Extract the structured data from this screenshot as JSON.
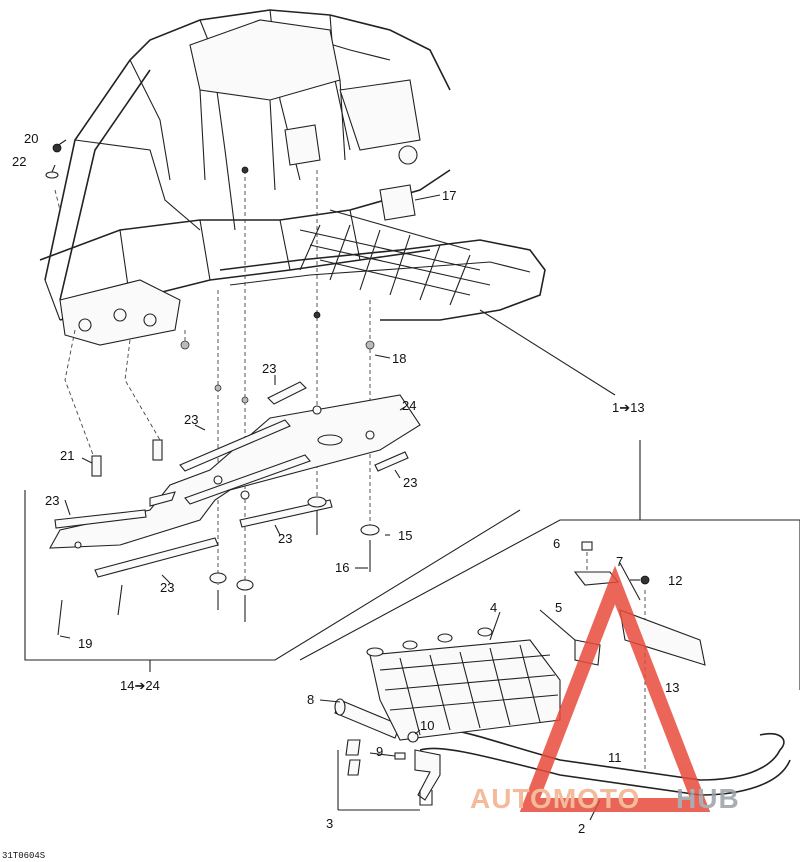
{
  "diagram": {
    "drawing_code": "31T0604S",
    "callouts": {
      "c1_13": "1➔13",
      "c14_24": "14➔24",
      "c2": "2",
      "c3": "3",
      "c4": "4",
      "c5": "5",
      "c6": "6",
      "c7": "7",
      "c8": "8",
      "c9": "9",
      "c10": "10",
      "c11": "11",
      "c12": "12",
      "c13": "13",
      "c15": "15",
      "c16": "16",
      "c17": "17",
      "c18": "18",
      "c19": "19",
      "c20": "20",
      "c21": "21",
      "c22": "22",
      "c23": "23",
      "c24": "24"
    }
  },
  "watermark": {
    "text_a": "AUTOMOTO",
    "text_b": "HUB",
    "color_a": "#f2b08a",
    "color_b": "#9aa0a6",
    "triangle_color": "#e84a3c"
  }
}
